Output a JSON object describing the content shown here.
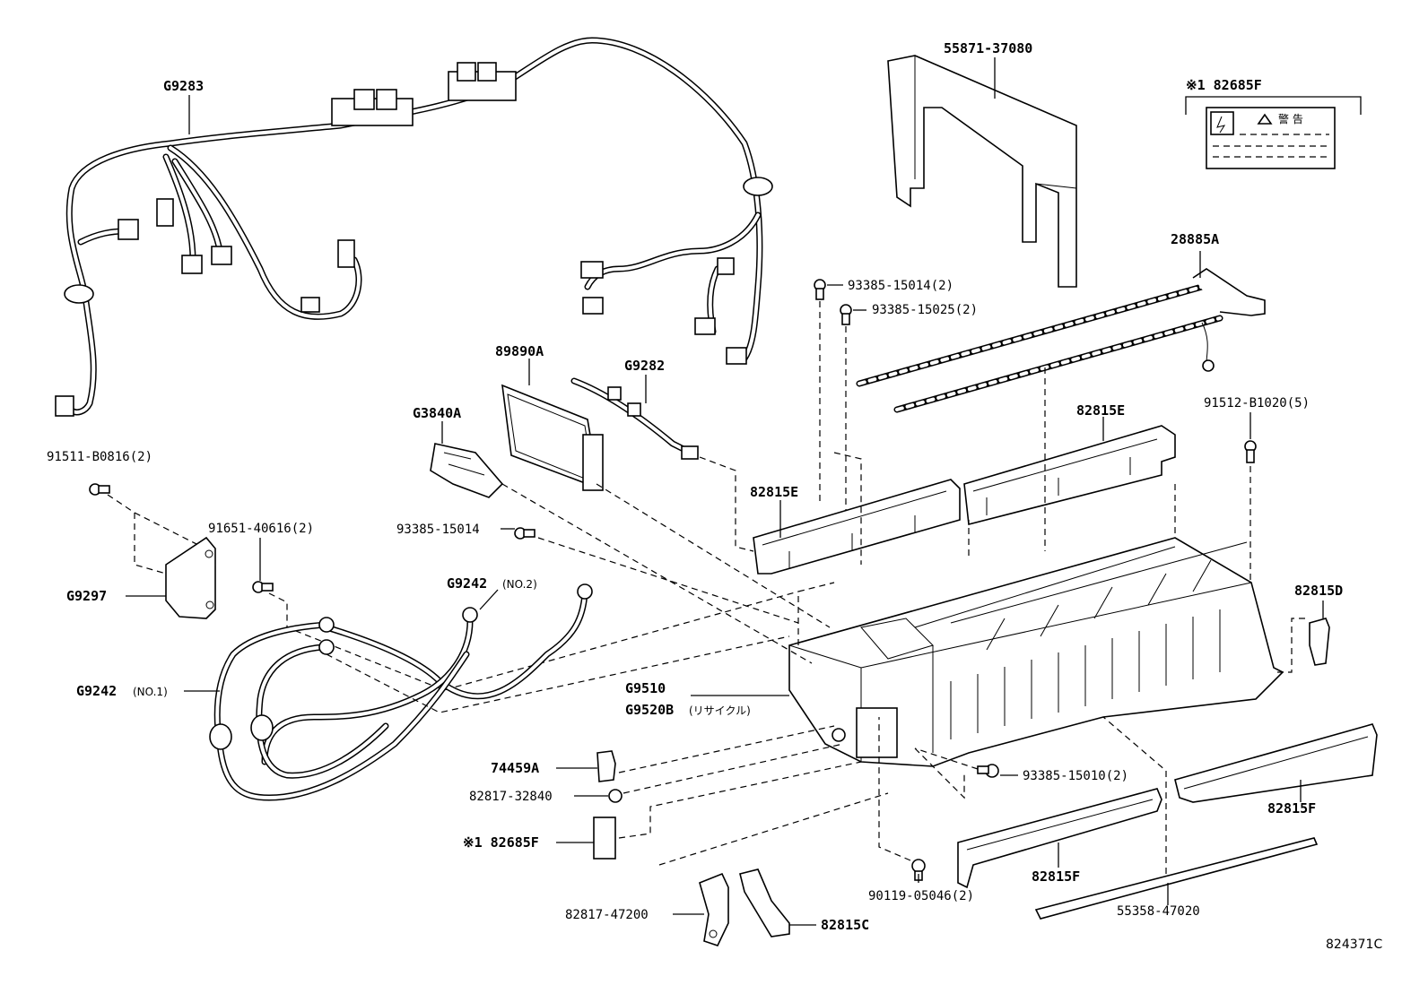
{
  "diagram_code": "824371C",
  "parts": {
    "g9283": "G9283",
    "p55871_37080": "55871-37080",
    "p82685f_top": "※1 82685F",
    "p28885a": "28885A",
    "p93385_15014_2": "93385-15014(2)",
    "p93385_15025_2": "93385-15025(2)",
    "p89890a": "89890A",
    "g9282": "G9282",
    "g3840a": "G3840A",
    "p82815e_right": "82815E",
    "p91512_b1020_5": "91512-B1020(5)",
    "p91511_b0816_2": "91511-B0816(2)",
    "p82815e_left": "82815E",
    "p91651_40616_2": "91651-40616(2)",
    "p93385_15014": "93385-15014",
    "g9297": "G9297",
    "g9242_no2_code": "G9242",
    "g9242_no2_note": "(NO.2)",
    "p82815d": "82815D",
    "g9242_no1_code": "G9242",
    "g9242_no1_note": "(NO.1)",
    "g9510": "G9510",
    "g9520b_code": "G9520B",
    "g9520b_note": "(リサイクル)",
    "p74459a": "74459A",
    "p82817_32840": "82817-32840",
    "p93385_15010_2": "93385-15010(2)",
    "p82815f_right": "82815F",
    "p82685f_bottom": "※1 82685F",
    "p82815f_center": "82815F",
    "p90119_05046_2": "90119-05046(2)",
    "p82817_47200": "82817-47200",
    "p82815c": "82815C",
    "p55358_47020": "55358-47020"
  },
  "warning_label": {
    "title": "警 告"
  }
}
